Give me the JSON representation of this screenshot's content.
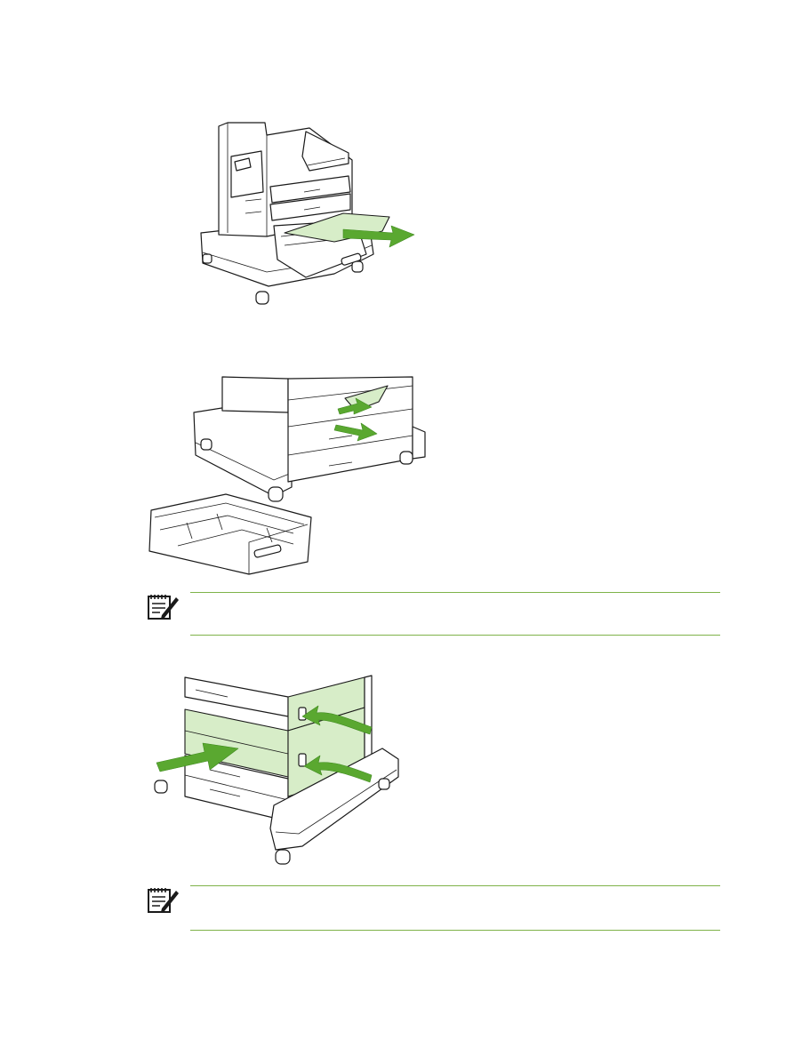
{
  "figures": [
    {
      "icon": "printer-tray-jam-removal-illustration"
    },
    {
      "icon": "printer-tray-removed-illustration"
    },
    {
      "icon": "printer-close-doors-illustration"
    }
  ],
  "notes": [
    {
      "icon": "note-icon",
      "text": ""
    },
    {
      "icon": "note-icon",
      "text": ""
    }
  ],
  "colors": {
    "accent_green": "#5aa830",
    "highlight_green": "#d7edc8",
    "rule_green": "#7fb34a",
    "line": "#1a1a1a"
  }
}
